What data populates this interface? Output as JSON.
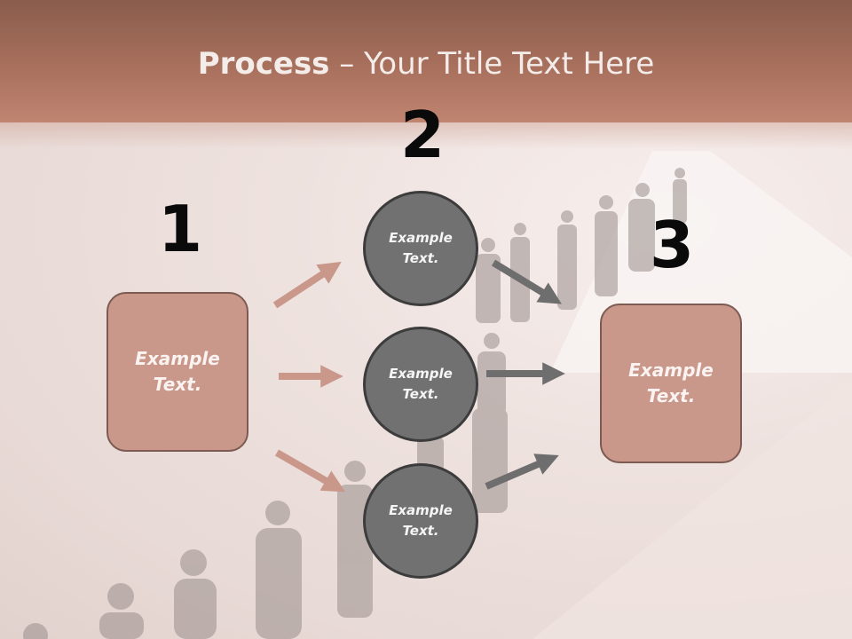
{
  "title": {
    "bold": "Process",
    "rest": " – Your Title Text Here"
  },
  "steps": [
    {
      "number": "1",
      "box_text": "Example Text."
    },
    {
      "number": "2",
      "circles": [
        "Example Text.",
        "Example Text.",
        "Example Text."
      ]
    },
    {
      "number": "3",
      "box_text": "Example Text."
    }
  ],
  "colors": {
    "header": "#a8705d",
    "box_fill": "#c9988a",
    "circle_fill": "#717171",
    "arrow_pink": "#c9988a",
    "arrow_gray": "#6e6e6e"
  }
}
